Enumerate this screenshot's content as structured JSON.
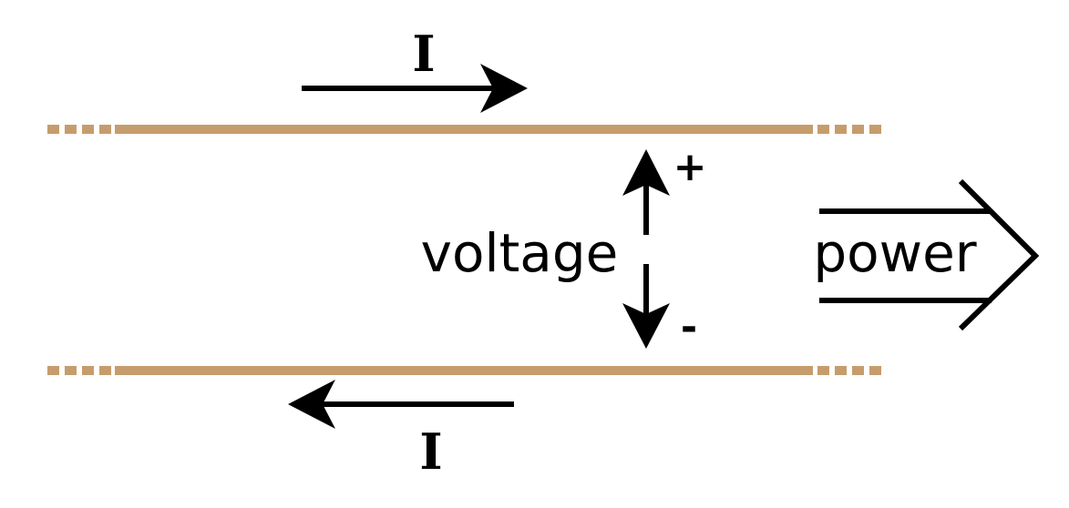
{
  "labels": {
    "current_top": "I",
    "current_bottom": "I",
    "voltage": "voltage",
    "plus": "+",
    "minus": "-",
    "power": "power"
  },
  "colors": {
    "conductor": "#c69c6d",
    "ink": "#000000",
    "background": "#ffffff"
  }
}
